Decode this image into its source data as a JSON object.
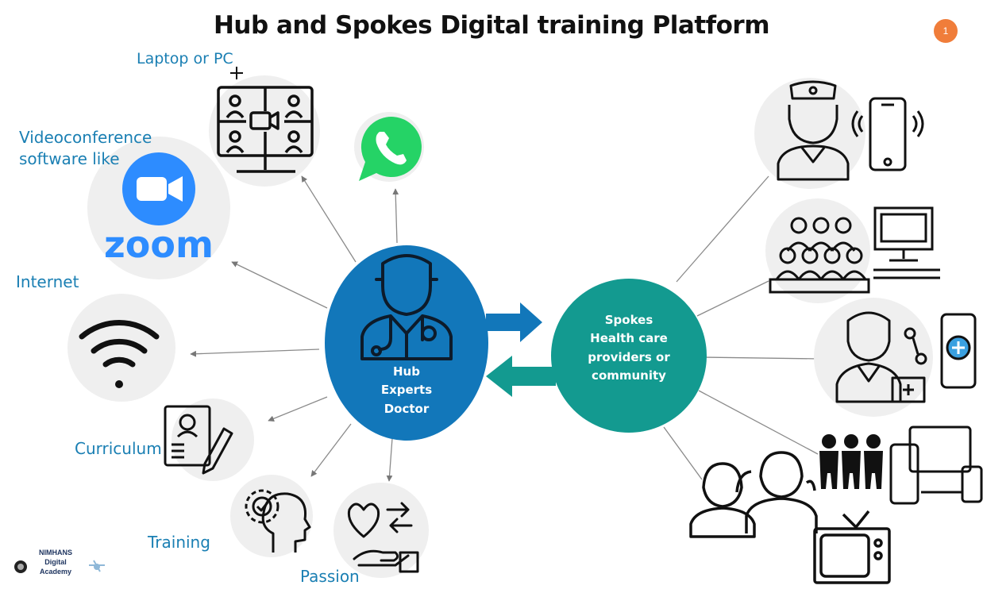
{
  "title": "Hub and Spokes Digital training Platform",
  "page_badge": "1",
  "hub": {
    "lines": "Hub\nExperts\nDoctor",
    "color": "#1277ba"
  },
  "spokes": {
    "lines": "Spokes\nHealth care\nproviders or\ncommunity",
    "color": "#139a90"
  },
  "labels": {
    "laptop": "Laptop or PC",
    "videoconference": "Videoconference\nsoftware like",
    "zoom": "zoom",
    "internet": "Internet",
    "curriculum": "Curriculum",
    "training": "Training",
    "passion": "Passion"
  },
  "logo": {
    "text": "NIMHANS\nDigital\nAcademy"
  },
  "colors": {
    "label": "#1a7fb3",
    "arrow": "#1277ba",
    "arrow_back": "#139a90",
    "icon_bg": "#efefef",
    "badge": "#f07d3a",
    "whatsapp": "#25d366",
    "zoom": "#2d8cff"
  },
  "icons": [
    "laptop-videoconference-icon",
    "whatsapp-icon",
    "zoom-camera-icon",
    "wifi-icon",
    "curriculum-document-icon",
    "training-gear-head-icon",
    "passion-heart-hand-icon",
    "doctor-icon",
    "nurse-phone-icon",
    "audience-screen-icon",
    "doctor-telemedicine-icon",
    "community-devices-icon",
    "group-people-icon",
    "television-icon"
  ]
}
